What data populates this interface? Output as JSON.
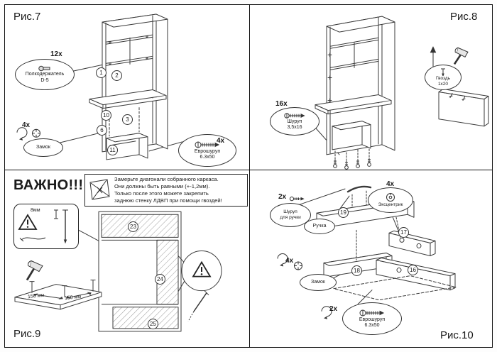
{
  "figures": {
    "fig7": {
      "title": "Рис.7",
      "shelf_holder": {
        "count": "12x",
        "name": "Полкодержатель",
        "size": "D-5"
      },
      "lock": {
        "count": "4x",
        "name": "Замок"
      },
      "euroscrew": {
        "count": "4x",
        "name": "Еврошуруп",
        "size": "6.3x50"
      },
      "parts": {
        "p1": "1",
        "p2": "2",
        "p3": "3",
        "p6": "6",
        "p10": "10",
        "p11": "11"
      }
    },
    "fig8": {
      "title": "Рис.8",
      "screw": {
        "count": "16x",
        "name": "Шуруп",
        "size": "3,5x16"
      },
      "nail": {
        "name": "Гвоздь",
        "size": "1x20"
      }
    },
    "fig9": {
      "title": "Рис.9",
      "heading": "ВАЖНО!!!",
      "note_lines": [
        "Замерьте диагонали собранного каркаса.",
        "Они должны быть равными (+-1,2мм).",
        "Только после этого можете закрепить",
        "заднюю стенку ЛДВП при помощи гвоздей!"
      ],
      "nail_depth": "8мм",
      "spacing_left": "150 мм",
      "spacing_right": "150 мм",
      "parts": {
        "p23": "23",
        "p24": "24",
        "p25": "25"
      }
    },
    "fig10": {
      "title": "Рис.10",
      "handle_screw": {
        "count": "2x",
        "name": "Шуруп",
        "size": "для ручки"
      },
      "handle": {
        "name": "Ручка"
      },
      "eccentric": {
        "count": "4x",
        "name": "Эксцентрик"
      },
      "lock": {
        "count": "4x",
        "name": "Замок"
      },
      "euroscrew": {
        "count": "2x",
        "name": "Еврошуруп",
        "size": "6.3x50"
      },
      "parts": {
        "p16": "16",
        "p17": "17",
        "p18": "18",
        "p19": "19"
      }
    }
  }
}
